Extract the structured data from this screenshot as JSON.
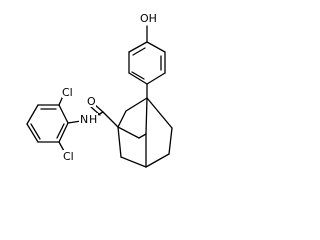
{
  "molecule": {
    "atoms": {
      "hydroxyl": "OH",
      "carbonyl_oxygen": "O",
      "amide_nitrogen": "N",
      "amide_hydrogen": "H",
      "chlorine_top": "Cl",
      "chlorine_bottom": "Cl"
    }
  }
}
